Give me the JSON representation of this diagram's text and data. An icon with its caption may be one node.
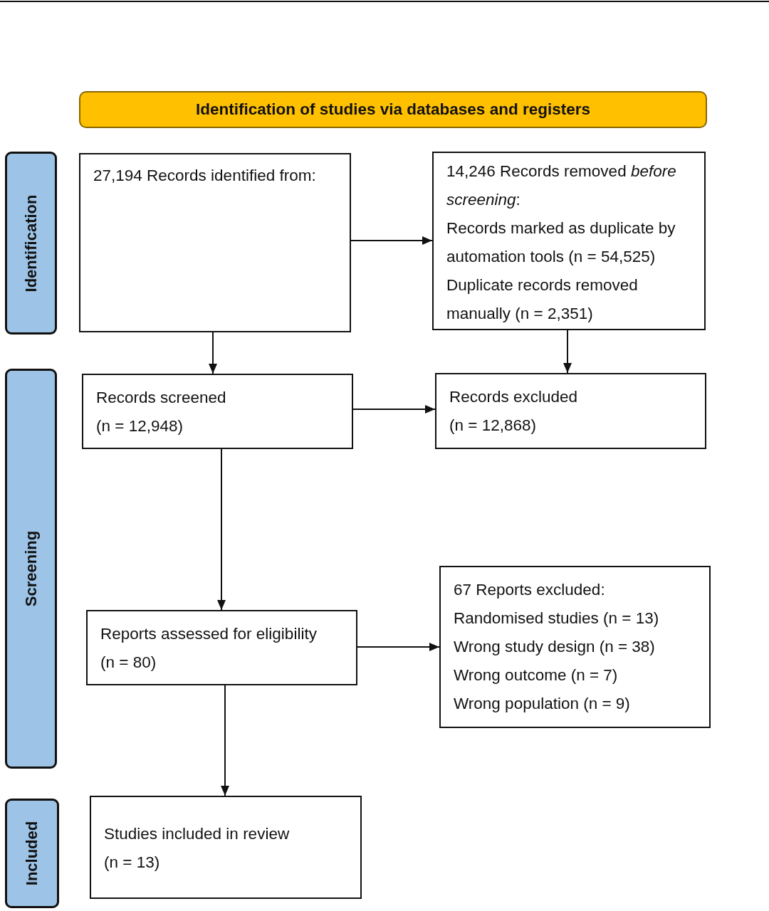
{
  "diagram": {
    "nodes": [
      {
        "text": [
          "Identification of studies via databases and registers"
        ]
      },
      {
        "text": [
          "Identification"
        ]
      },
      {
        "text": [
          "27,194 Records identified from:"
        ]
      },
      {
        "text": [
          "14,246 Records removed *before screening*:",
          "Records marked as duplicate by automation tools (n = 54,525)",
          "Duplicate records removed manually (n = 2,351)"
        ]
      },
      {
        "text": [
          "Screening"
        ]
      },
      {
        "text": [
          "Records screened",
          "(n = 12,948)"
        ]
      },
      {
        "text": [
          "Records excluded",
          "(n = 12,868)"
        ]
      },
      {
        "text": [
          "Reports assessed for eligibility",
          "(n = 80)"
        ]
      },
      {
        "text": [
          "67 Reports excluded:",
          "Randomised studies (n = 13)",
          "Wrong study design (n = 38)",
          "Wrong outcome (n = 7)",
          "Wrong population (n = 9)"
        ]
      },
      {
        "text": [
          "Included"
        ]
      },
      {
        "text": [
          "Studies included in review",
          "(n = 13)"
        ]
      }
    ],
    "edges": [
      {
        "from": 2,
        "to": 3,
        "arrow": "to"
      },
      {
        "from": 2,
        "to": 5,
        "arrow": "to"
      },
      {
        "from": 3,
        "to": 6,
        "arrow": "to"
      },
      {
        "from": 5,
        "to": 6,
        "arrow": "to"
      },
      {
        "from": 5,
        "to": 7,
        "arrow": "to"
      },
      {
        "from": 7,
        "to": 8,
        "arrow": "to"
      },
      {
        "from": 7,
        "to": 10,
        "arrow": "to"
      }
    ]
  }
}
